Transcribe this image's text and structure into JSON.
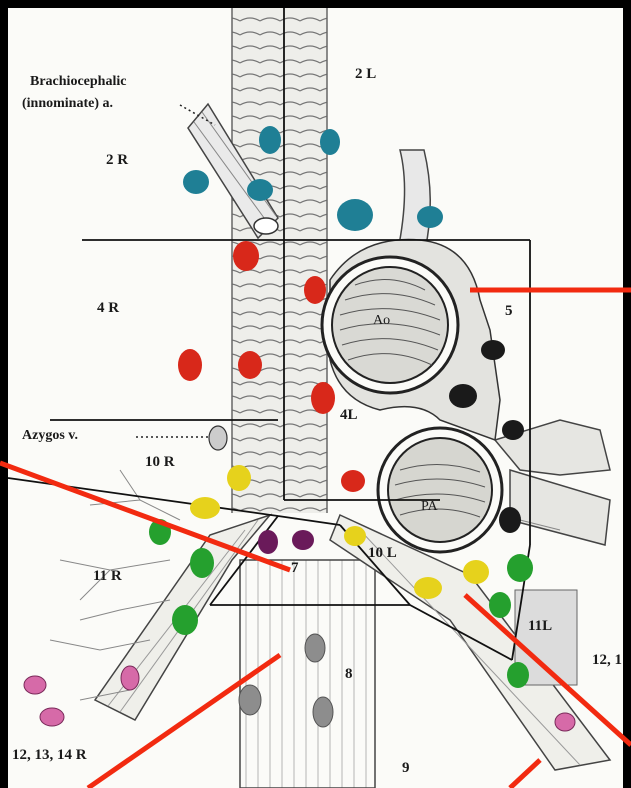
{
  "labels": {
    "brachiocephalic_line1": "Brachiocephalic",
    "brachiocephalic_line2": "(innominate) a.",
    "azygos": "Azygos v.",
    "aorta": "Ao",
    "pulmonary_artery": "PA"
  },
  "stations": {
    "s2L": "2 L",
    "s2R": "2 R",
    "s4R": "4 R",
    "s4L": "4L",
    "s5": "5",
    "s10R": "10 R",
    "s10L": "10 L",
    "s7": "7",
    "s11R": "11 R",
    "s11L": "11L",
    "s8": "8",
    "s9": "9",
    "s12_13_14R": "12, 13, 14 R",
    "s12_right_cut": "12, 1"
  },
  "colors": {
    "background_frame": "#000000",
    "panel": "#fbfbf8",
    "node_blue": "#1f7f95",
    "node_red": "#d8281a",
    "node_yellow": "#e6d21c",
    "node_green": "#25a02e",
    "node_purple": "#6a1a5a",
    "node_gray": "#8d8d8d",
    "node_black": "#1a1a1a",
    "node_pink": "#d66aa8",
    "pointer_lines": "#f22a10"
  }
}
